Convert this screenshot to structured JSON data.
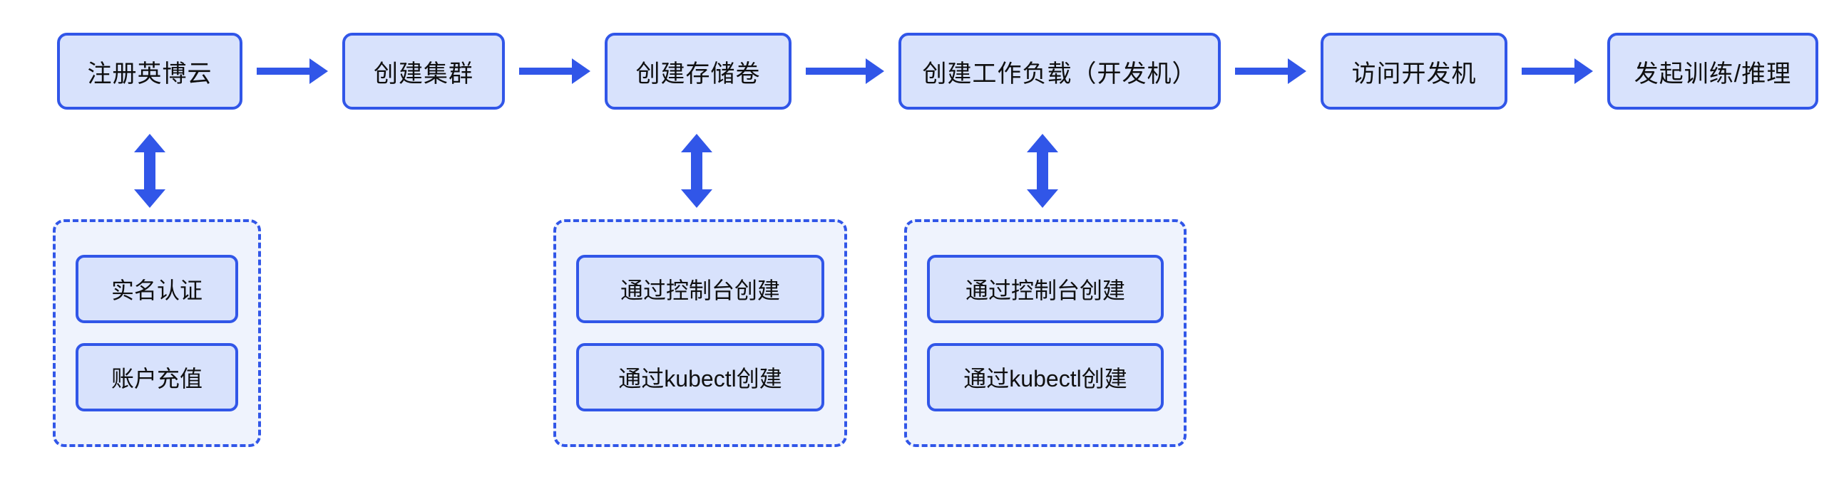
{
  "diagram": {
    "type": "flowchart",
    "orientation": "horizontal",
    "colors": {
      "box_fill": "#d8e2fc",
      "box_border": "#3156e8",
      "group_fill": "#eff3fd",
      "group_border": "#3156e8",
      "arrow": "#3156e8",
      "text": "#101010",
      "background": "#ffffff"
    },
    "steps": [
      {
        "id": "step-1",
        "label": "注册英博云"
      },
      {
        "id": "step-2",
        "label": "创建集群"
      },
      {
        "id": "step-3",
        "label": "创建存储卷"
      },
      {
        "id": "step-4",
        "label": "创建工作负载（开发机）"
      },
      {
        "id": "step-5",
        "label": "访问开发机"
      },
      {
        "id": "step-6",
        "label": "发起训练/推理"
      }
    ],
    "connectors": {
      "horizontal_arrow": "arrow-right-icon",
      "vertical_arrow": "arrow-up-down-icon",
      "horizontal_count": 5,
      "vertical_count": 3
    },
    "groups": [
      {
        "id": "group-1",
        "parent": "注册英博云",
        "items": [
          {
            "label": "实名认证"
          },
          {
            "label": "账户充值"
          }
        ]
      },
      {
        "id": "group-2",
        "parent": "创建存储卷",
        "items": [
          {
            "label": "通过控制台创建"
          },
          {
            "label": "通过kubectl创建"
          }
        ]
      },
      {
        "id": "group-3",
        "parent": "创建工作负载（开发机）",
        "items": [
          {
            "label": "通过控制台创建"
          },
          {
            "label": "通过kubectl创建"
          }
        ]
      }
    ]
  }
}
